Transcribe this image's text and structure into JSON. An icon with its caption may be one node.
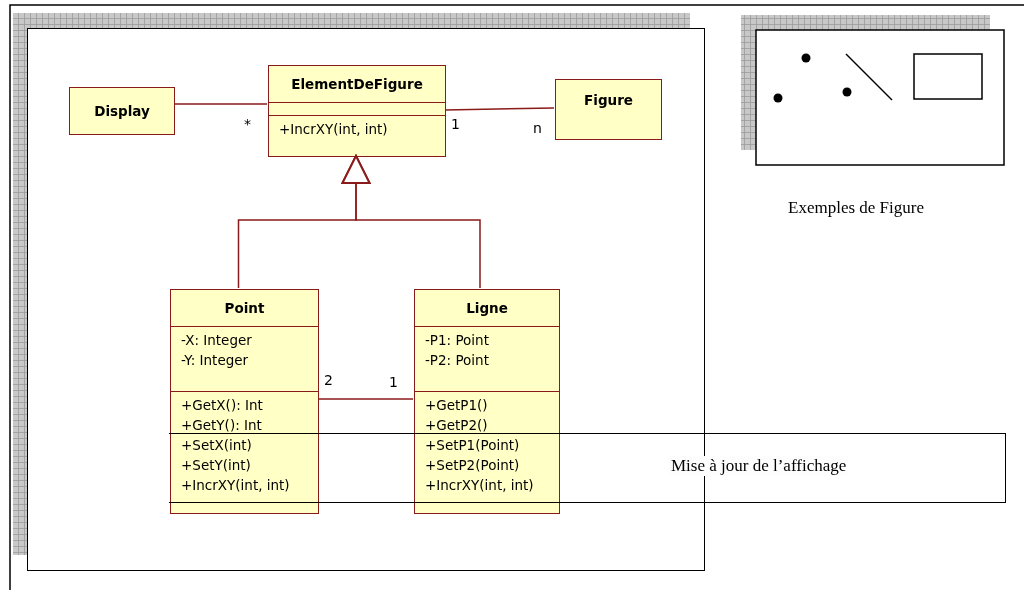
{
  "diagram": {
    "nodes": [
      {
        "text": [],
        "shape": "box"
      },
      {
        "text": [
          "Display"
        ],
        "in": 0
      },
      {
        "text": [
          "ElementDeFigure",
          "+IncrXY(int, int)"
        ],
        "in": 0
      },
      {
        "text": [
          "Figure"
        ],
        "in": 0
      },
      {
        "text": [
          "Point",
          "-X: Integer",
          "-Y: Integer",
          "+GetX(): Int",
          "+GetY(): Int",
          "+SetX(int)",
          "+SetY(int)",
          "+IncrXY(int, int)"
        ],
        "in": 0
      },
      {
        "text": [
          "Ligne",
          "-P1: Point",
          "-P2: Point",
          "+GetP1()",
          "+GetP2()",
          "+SetP1(Point)",
          "+SetP2(Point)",
          "+IncrXY(int, int)"
        ],
        "in": 0
      },
      {
        "text": [
          "Mise à jour de l’affichage"
        ]
      }
    ],
    "edges": [
      {
        "from": 1,
        "to": 2,
        "arrow": "none"
      },
      {
        "from": 2,
        "to": 3,
        "arrow": "none"
      },
      {
        "from": 4,
        "to": 2,
        "arrow": "to"
      },
      {
        "from": 5,
        "to": 2,
        "arrow": "to"
      },
      {
        "from": 4,
        "to": 5,
        "arrow": "none"
      }
    ],
    "labels": [
      "*",
      "1",
      "n",
      "2",
      "1",
      "Exemples de Figure"
    ]
  }
}
